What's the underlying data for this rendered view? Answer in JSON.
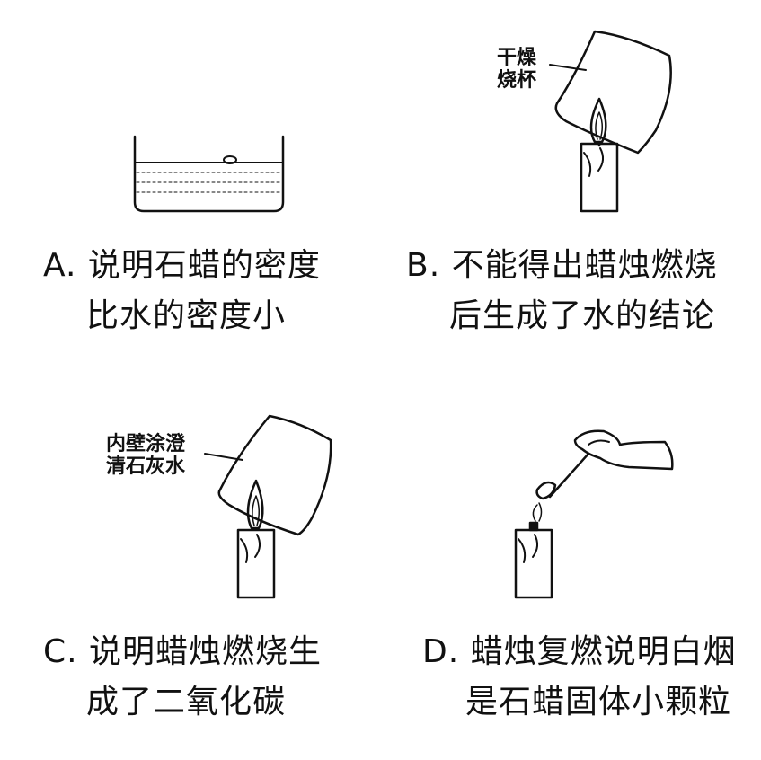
{
  "panels": {
    "a": {
      "caption_line1": "A. 说明石蜡的密度",
      "caption_line2": "比水的密度小"
    },
    "b": {
      "label_line1": "干燥",
      "label_line2": "烧杯",
      "caption_line1": "B. 不能得出蜡烛燃烧",
      "caption_line2": "后生成了水的结论"
    },
    "c": {
      "label_line1": "内壁涂澄",
      "label_line2": "清石灰水",
      "caption_line1": "C. 说明蜡烛燃烧生",
      "caption_line2": "成了二氧化碳"
    },
    "d": {
      "caption_line1": "D. 蜡烛复燃说明白烟",
      "caption_line2": "是石蜡固体小颗粒"
    }
  },
  "colors": {
    "ink": "#111111",
    "background": "#ffffff"
  }
}
